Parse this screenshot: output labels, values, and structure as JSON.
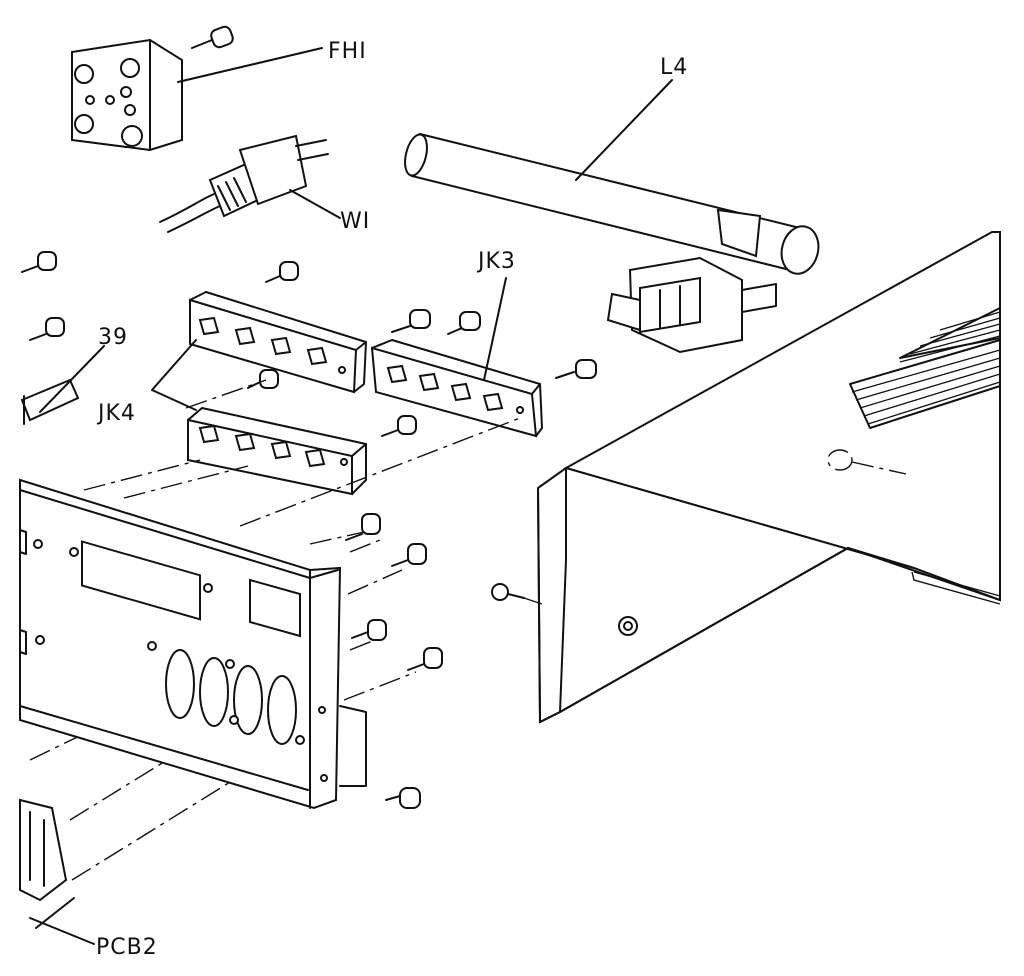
{
  "diagram": {
    "labels": {
      "fh1": "FHI",
      "w1": "WI",
      "l4": "L4",
      "jk3": "JK3",
      "jk4": "JK4",
      "n39": "39",
      "pcb2": "PCB2"
    }
  }
}
